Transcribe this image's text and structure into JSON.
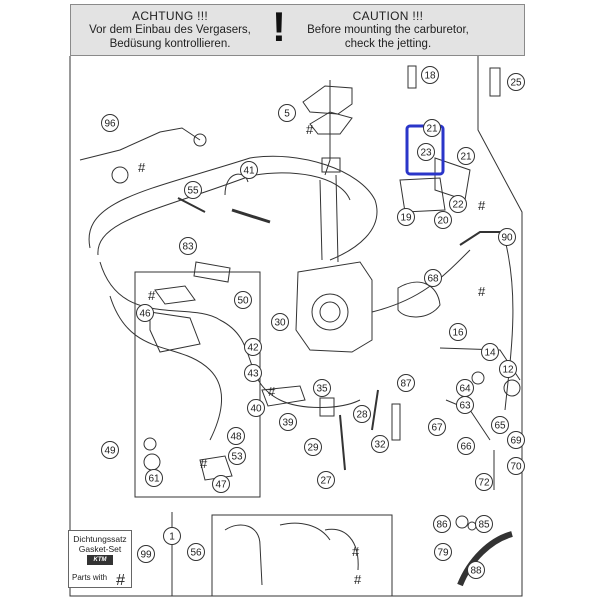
{
  "warning": {
    "german_title": "ACHTUNG !!!",
    "german_line1": "Vor dem Einbau des Vergasers,",
    "german_line2": "Bedüsung kontrollieren.",
    "english_title": "CAUTION !!!",
    "english_line1": "Before mounting the carburetor,",
    "english_line2": "check the jetting.",
    "symbol": "!"
  },
  "gasket_set": {
    "line1": "Dichtungssatz",
    "line2": "Gasket-Set",
    "parts_label": "Parts with",
    "hash": "#",
    "logo_text": "KTM"
  },
  "colors": {
    "highlight": "#2a35c9",
    "line": "#333333",
    "callout_fill": "#ffffff"
  },
  "callouts": [
    {
      "id": "c1",
      "label": "1"
    },
    {
      "id": "c5",
      "label": "5"
    },
    {
      "id": "c12",
      "label": "12"
    },
    {
      "id": "c14",
      "label": "14"
    },
    {
      "id": "c16",
      "label": "16"
    },
    {
      "id": "c18",
      "label": "18"
    },
    {
      "id": "c19",
      "label": "19"
    },
    {
      "id": "c20",
      "label": "20"
    },
    {
      "id": "c21",
      "label": "21"
    },
    {
      "id": "c21b",
      "label": "21"
    },
    {
      "id": "c22",
      "label": "22"
    },
    {
      "id": "c23",
      "label": "23"
    },
    {
      "id": "c25",
      "label": "25"
    },
    {
      "id": "c27",
      "label": "27"
    },
    {
      "id": "c28",
      "label": "28"
    },
    {
      "id": "c29",
      "label": "29"
    },
    {
      "id": "c30",
      "label": "30"
    },
    {
      "id": "c32",
      "label": "32"
    },
    {
      "id": "c35",
      "label": "35"
    },
    {
      "id": "c39",
      "label": "39"
    },
    {
      "id": "c40",
      "label": "40"
    },
    {
      "id": "c41",
      "label": "41"
    },
    {
      "id": "c42",
      "label": "42"
    },
    {
      "id": "c43",
      "label": "43"
    },
    {
      "id": "c46",
      "label": "46"
    },
    {
      "id": "c47",
      "label": "47"
    },
    {
      "id": "c48",
      "label": "48"
    },
    {
      "id": "c49",
      "label": "49"
    },
    {
      "id": "c50",
      "label": "50"
    },
    {
      "id": "c53",
      "label": "53"
    },
    {
      "id": "c55",
      "label": "55"
    },
    {
      "id": "c56",
      "label": "56"
    },
    {
      "id": "c61",
      "label": "61"
    },
    {
      "id": "c63",
      "label": "63"
    },
    {
      "id": "c64",
      "label": "64"
    },
    {
      "id": "c65",
      "label": "65"
    },
    {
      "id": "c66",
      "label": "66"
    },
    {
      "id": "c67",
      "label": "67"
    },
    {
      "id": "c68",
      "label": "68"
    },
    {
      "id": "c69",
      "label": "69"
    },
    {
      "id": "c70",
      "label": "70"
    },
    {
      "id": "c72",
      "label": "72"
    },
    {
      "id": "c79",
      "label": "79"
    },
    {
      "id": "c83",
      "label": "83"
    },
    {
      "id": "c85",
      "label": "85"
    },
    {
      "id": "c86",
      "label": "86"
    },
    {
      "id": "c87",
      "label": "87"
    },
    {
      "id": "c88",
      "label": "88"
    },
    {
      "id": "c90",
      "label": "90"
    },
    {
      "id": "c96",
      "label": "96"
    },
    {
      "id": "c99",
      "label": "99"
    }
  ]
}
